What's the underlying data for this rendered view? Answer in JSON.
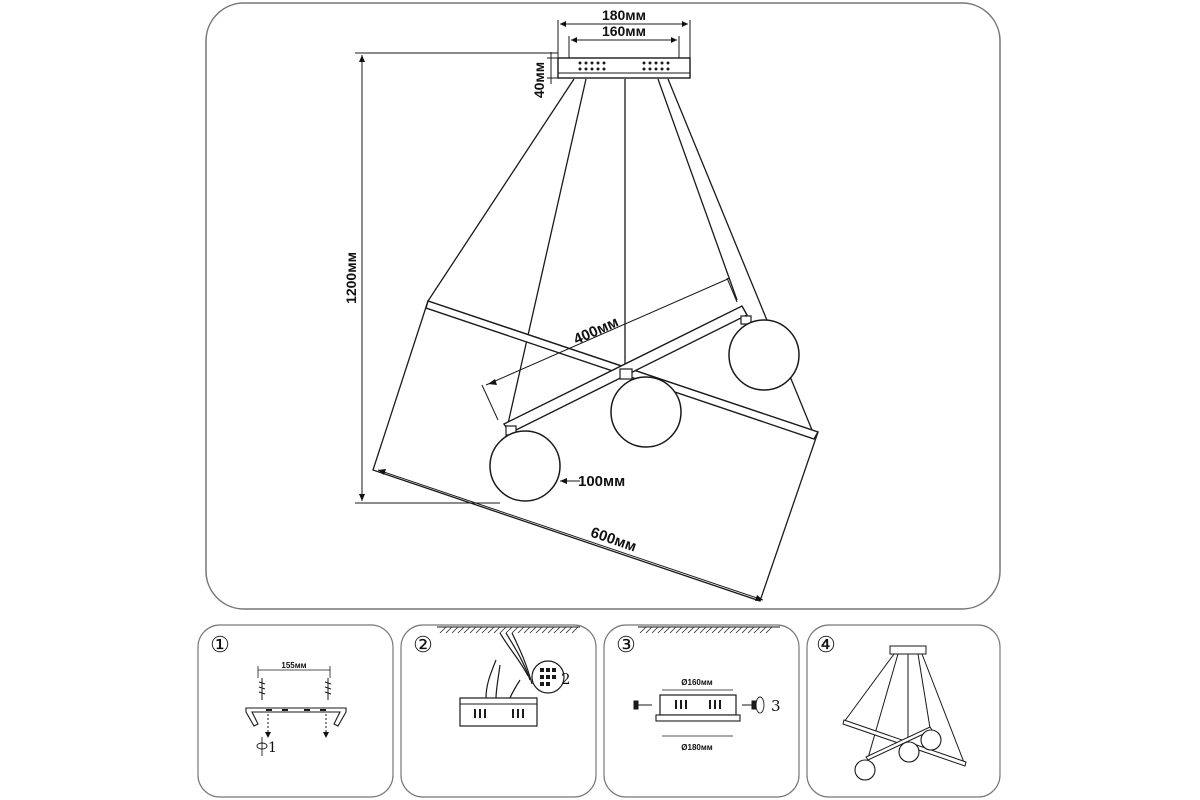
{
  "main": {
    "dim_180": "180мм",
    "dim_160": "160мм",
    "dim_40": "40мм",
    "dim_1200": "1200мм",
    "dim_400": "400мм",
    "dim_100": "100мм",
    "dim_600": "600мм"
  },
  "steps": [
    {
      "number": "①",
      "dim": "155мм",
      "callout": "1"
    },
    {
      "number": "②",
      "callout": "2"
    },
    {
      "number": "③",
      "dim_top": "Ø160мм",
      "dim_bottom": "Ø180мм",
      "callout": "3"
    },
    {
      "number": "④"
    }
  ]
}
